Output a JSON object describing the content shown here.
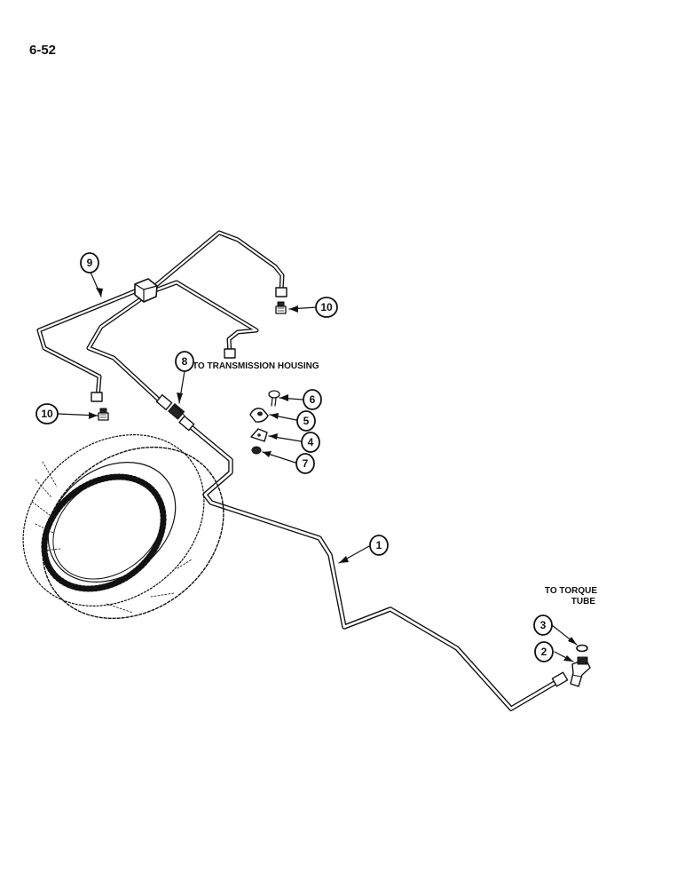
{
  "page": {
    "number": "6-52"
  },
  "notes": {
    "to_transmission_housing": "TO TRANSMISSION HOUSING",
    "to_torque_line1": "TO TORQUE",
    "to_torque_line2": "TUBE"
  },
  "callouts": [
    {
      "id": "callout-1",
      "number": "1"
    },
    {
      "id": "callout-2",
      "number": "2"
    },
    {
      "id": "callout-3",
      "number": "3"
    },
    {
      "id": "callout-4",
      "number": "4"
    },
    {
      "id": "callout-5",
      "number": "5"
    },
    {
      "id": "callout-6",
      "number": "6"
    },
    {
      "id": "callout-7",
      "number": "7"
    },
    {
      "id": "callout-8",
      "number": "8"
    },
    {
      "id": "callout-9",
      "number": "9"
    },
    {
      "id": "callout-10a",
      "number": "10"
    },
    {
      "id": "callout-10b",
      "number": "10"
    }
  ]
}
